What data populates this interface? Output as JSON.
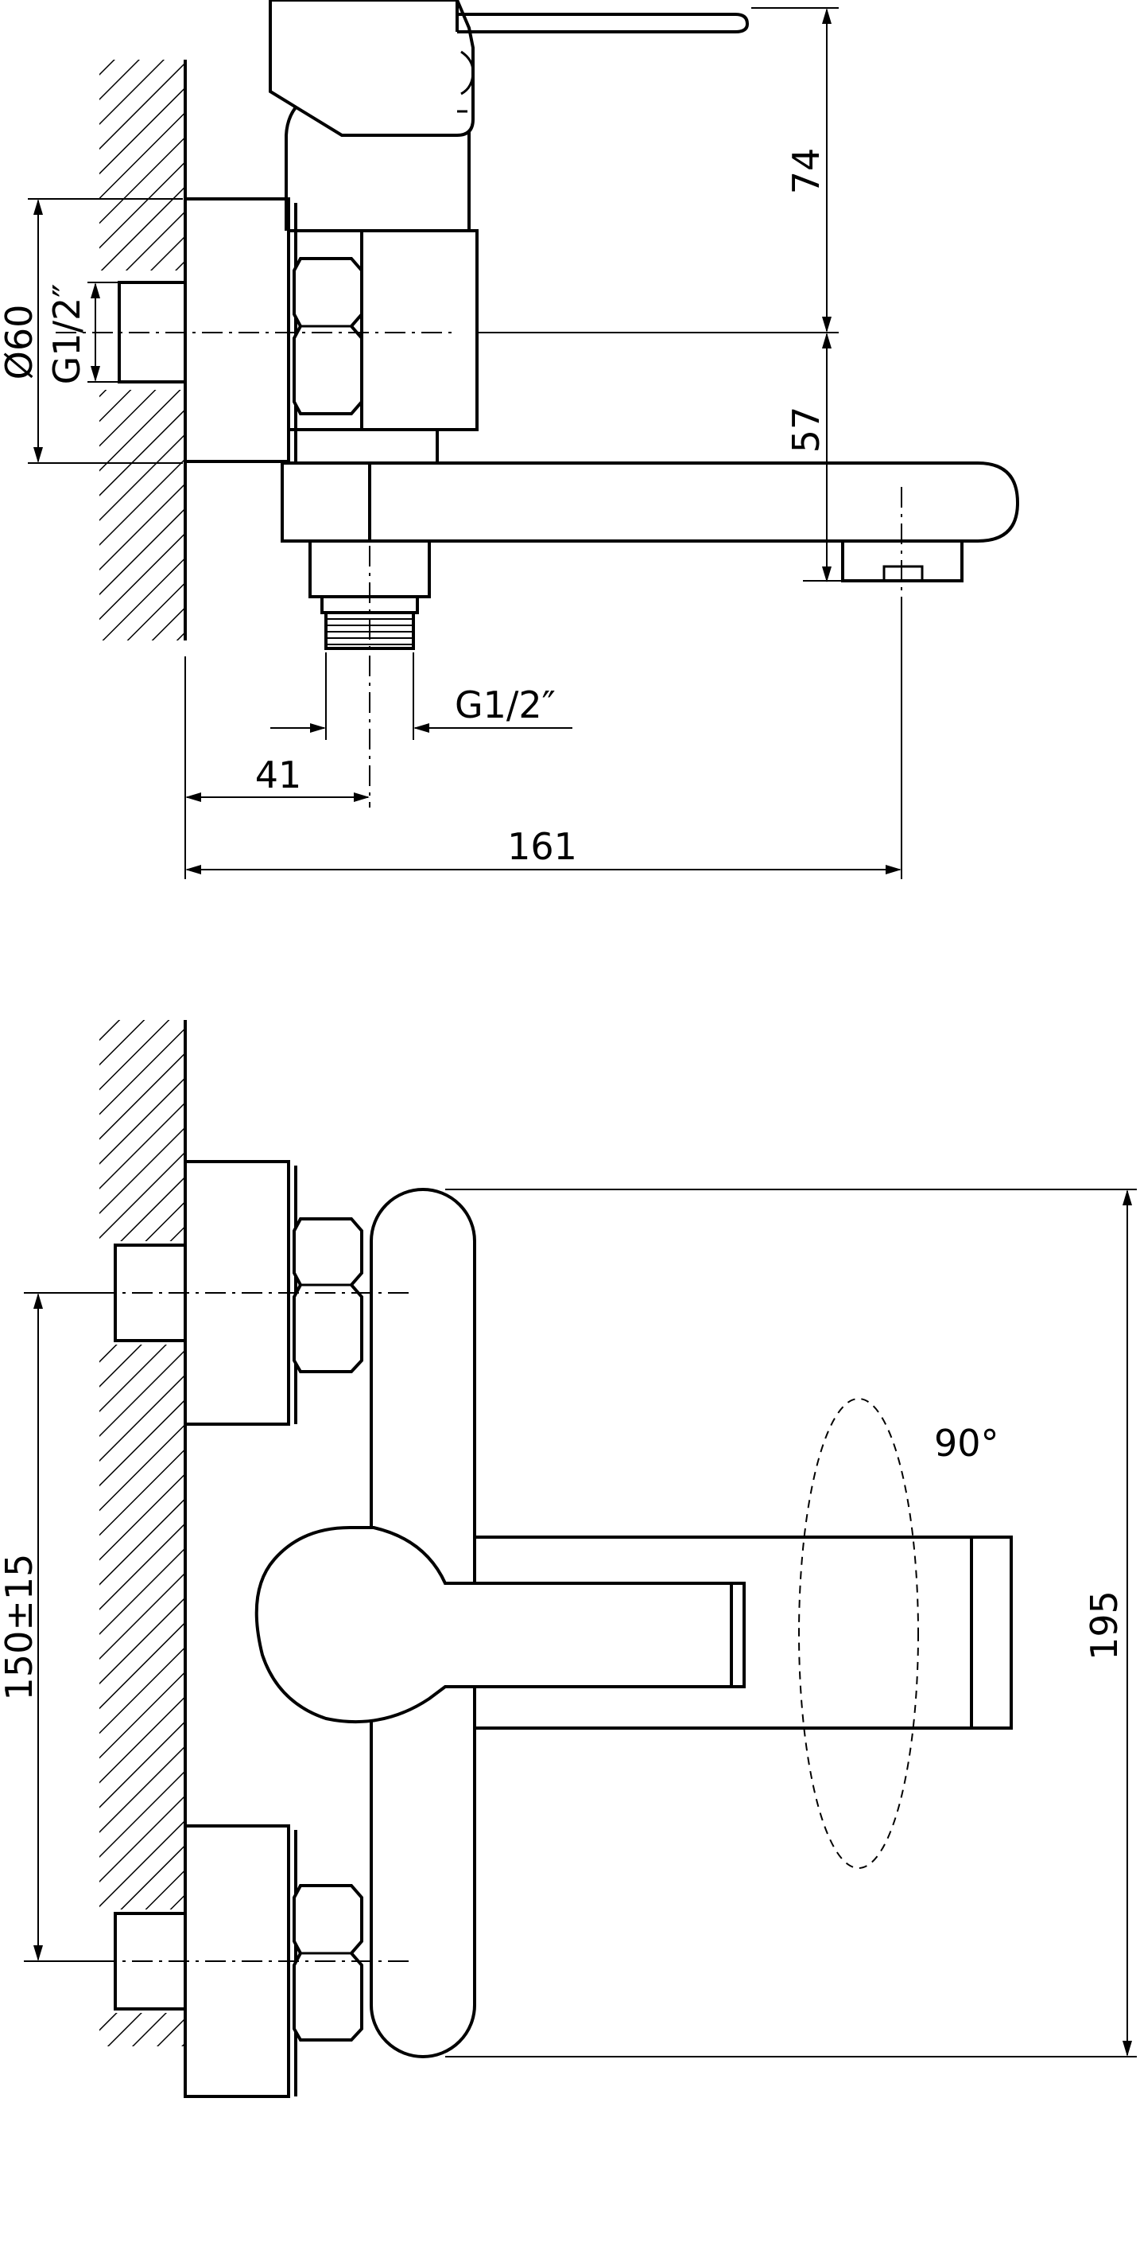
{
  "side_view": {
    "dim_74": "74",
    "dim_57": "57",
    "dim_d60": "Ø60",
    "dim_g12_inlet": "G1/2″",
    "dim_g12_outlet": "G1/2″",
    "dim_41": "41",
    "dim_161": "161"
  },
  "top_view": {
    "dim_150": "150±15",
    "dim_195": "195",
    "angle": "90°"
  }
}
